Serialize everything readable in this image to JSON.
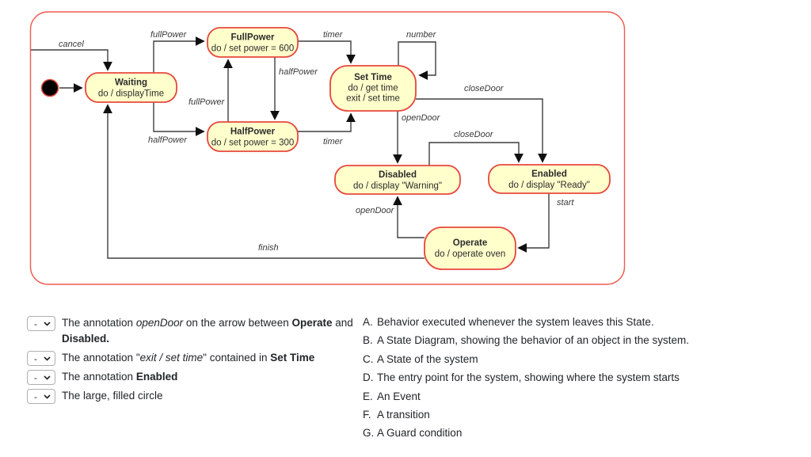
{
  "diagram": {
    "states": {
      "waiting": {
        "title": "Waiting",
        "lines": [
          "do / displayTime"
        ]
      },
      "fullpower": {
        "title": "FullPower",
        "lines": [
          "do / set power = 600"
        ]
      },
      "halfpower": {
        "title": "HalfPower",
        "lines": [
          "do / set power = 300"
        ]
      },
      "settime": {
        "title": "Set Time",
        "lines": [
          "do / get time",
          "exit / set time"
        ]
      },
      "disabled": {
        "title": "Disabled",
        "lines": [
          "do / display \"Warning\""
        ]
      },
      "enabled": {
        "title": "Enabled",
        "lines": [
          "do / display \"Ready\""
        ]
      },
      "operate": {
        "title": "Operate",
        "lines": [
          "do / operate oven"
        ]
      }
    },
    "edge_labels": {
      "cancel": "cancel",
      "fullpower_top": "fullPower",
      "halfpower_bottom": "halfPower",
      "fullpower_mid": "fullPower",
      "halfpower_mid": "halfPower",
      "timer_top": "timer",
      "timer_bottom": "timer",
      "number": "number",
      "closedoor_settime": "closeDoor",
      "opendoor_settime": "openDoor",
      "closedoor_disabled": "closeDoor",
      "start": "start",
      "opendoor_operate": "openDoor",
      "finish": "finish"
    },
    "colors": {
      "state_fill": "#ffffcc",
      "state_stroke": "#e7473c",
      "edge_stroke": "#3e3e3e"
    }
  },
  "quiz": {
    "dropdown_value": "-",
    "questions": [
      {
        "parts": [
          {
            "t": "The annotation ",
            "s": "n"
          },
          {
            "t": "openDoor",
            "s": "i"
          },
          {
            "t": " on the arrow between ",
            "s": "n"
          },
          {
            "t": "Operate",
            "s": "b"
          },
          {
            "t": " and ",
            "s": "n"
          },
          {
            "t": "Disabled.",
            "s": "b"
          }
        ]
      },
      {
        "parts": [
          {
            "t": "The annotation \"",
            "s": "n"
          },
          {
            "t": "exit / set time",
            "s": "i"
          },
          {
            "t": "\" contained in ",
            "s": "n"
          },
          {
            "t": "Set Time",
            "s": "b"
          }
        ]
      },
      {
        "parts": [
          {
            "t": "The annotation ",
            "s": "n"
          },
          {
            "t": "Enabled",
            "s": "b"
          }
        ]
      },
      {
        "parts": [
          {
            "t": "The large, filled circle",
            "s": "n"
          }
        ]
      }
    ],
    "answers": [
      {
        "letter": "A.",
        "text": "Behavior executed whenever the system leaves this State."
      },
      {
        "letter": "B.",
        "text": "A State Diagram, showing the behavior of an object in the system."
      },
      {
        "letter": "C.",
        "text": "A State of the system"
      },
      {
        "letter": "D.",
        "text": "The entry point for the system, showing where the system starts"
      },
      {
        "letter": "E.",
        "text": "An Event"
      },
      {
        "letter": "F.",
        "text": "A transition"
      },
      {
        "letter": "G.",
        "text": "A Guard condition"
      }
    ]
  }
}
